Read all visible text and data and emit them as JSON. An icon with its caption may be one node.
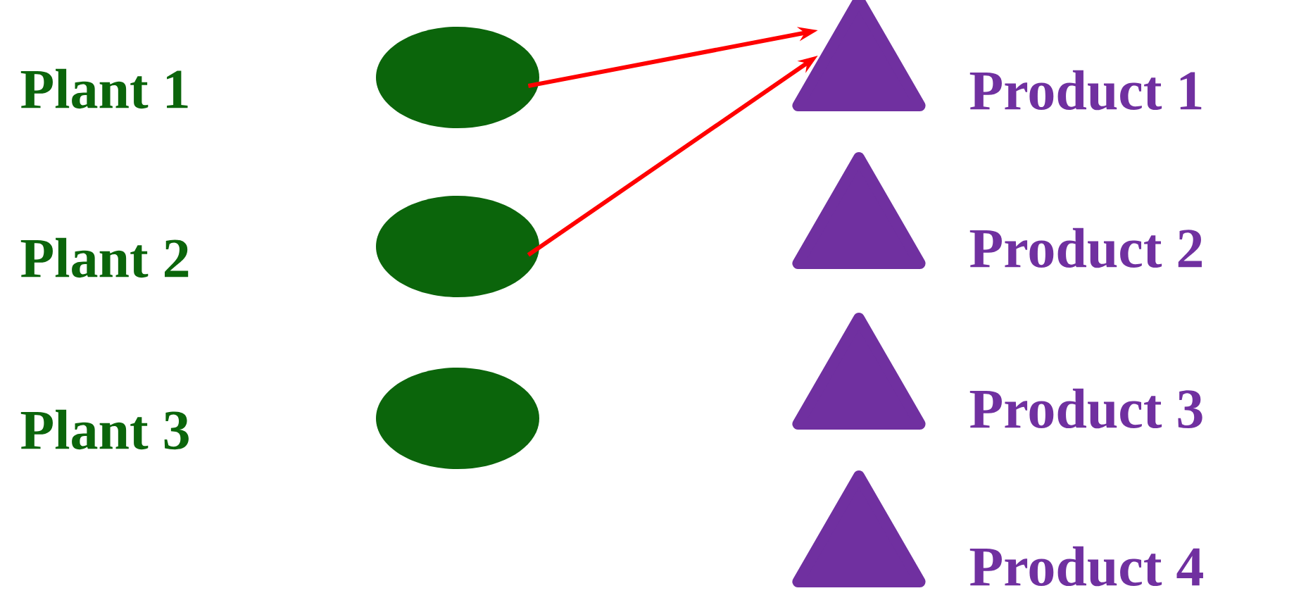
{
  "diagram": {
    "nodes": [
      {
        "text": [],
        "shape": "ellipse",
        "beside": [
          "Plant 1"
        ]
      },
      {
        "text": [],
        "shape": "ellipse",
        "beside": [
          "Plant 2"
        ]
      },
      {
        "text": [],
        "shape": "ellipse",
        "beside": [
          "Plant 3"
        ]
      },
      {
        "text": [],
        "shape": "triangle",
        "beside": [
          "Product 1"
        ]
      },
      {
        "text": [],
        "shape": "triangle",
        "beside": [
          "Product 2"
        ]
      },
      {
        "text": [],
        "shape": "triangle",
        "beside": [
          "Product 3"
        ]
      },
      {
        "text": [],
        "shape": "triangle",
        "beside": [
          "Product 4"
        ]
      }
    ],
    "edges": [
      {
        "from": 0,
        "to": 3,
        "arrow": "to",
        "color": "#ff0000"
      },
      {
        "from": 1,
        "to": 3,
        "arrow": "to",
        "color": "#ff0000"
      }
    ]
  }
}
